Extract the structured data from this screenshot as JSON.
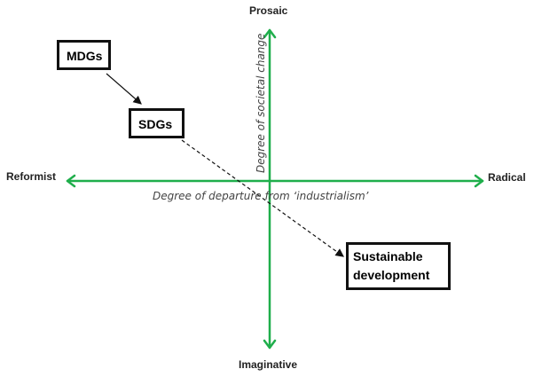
{
  "poles": {
    "top": "Prosaic",
    "bottom": "Imaginative",
    "left": "Reformist",
    "right": "Radical"
  },
  "axes": {
    "vertical": "Degree of societal change",
    "horizontal": "Degree of departure from ‘industrialism’"
  },
  "nodes": {
    "mdgs": "MDGs",
    "sdgs": "SDGs",
    "sd_line1": "Sustainable",
    "sd_line2": "development"
  },
  "colors": {
    "axis": "#1fae4b",
    "box": "#111111"
  }
}
